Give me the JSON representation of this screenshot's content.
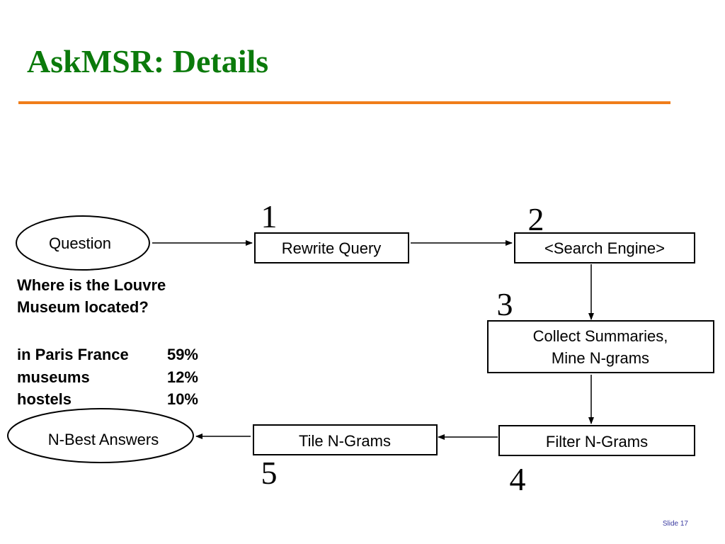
{
  "slide": {
    "title": "AskMSR: Details",
    "slide_number": "Slide 17"
  },
  "diagram": {
    "nodes": {
      "question": "Question",
      "rewrite_query": "Rewrite Query",
      "search_engine": "<Search Engine>",
      "collect_line1": "Collect Summaries,",
      "collect_line2": "Mine N-grams",
      "filter": "Filter N-Grams",
      "tile": "Tile N-Grams",
      "answers": "N-Best Answers"
    },
    "steps": {
      "s1": "1",
      "s2": "2",
      "s3": "3",
      "s4": "4",
      "s5": "5"
    }
  },
  "example": {
    "question_line1": "Where is the Louvre",
    "question_line2": "Museum located?",
    "answers": [
      {
        "term": "in Paris France",
        "score": "59%"
      },
      {
        "term": "museums",
        "score": "12%"
      },
      {
        "term": "hostels",
        "score": "10%"
      }
    ]
  }
}
